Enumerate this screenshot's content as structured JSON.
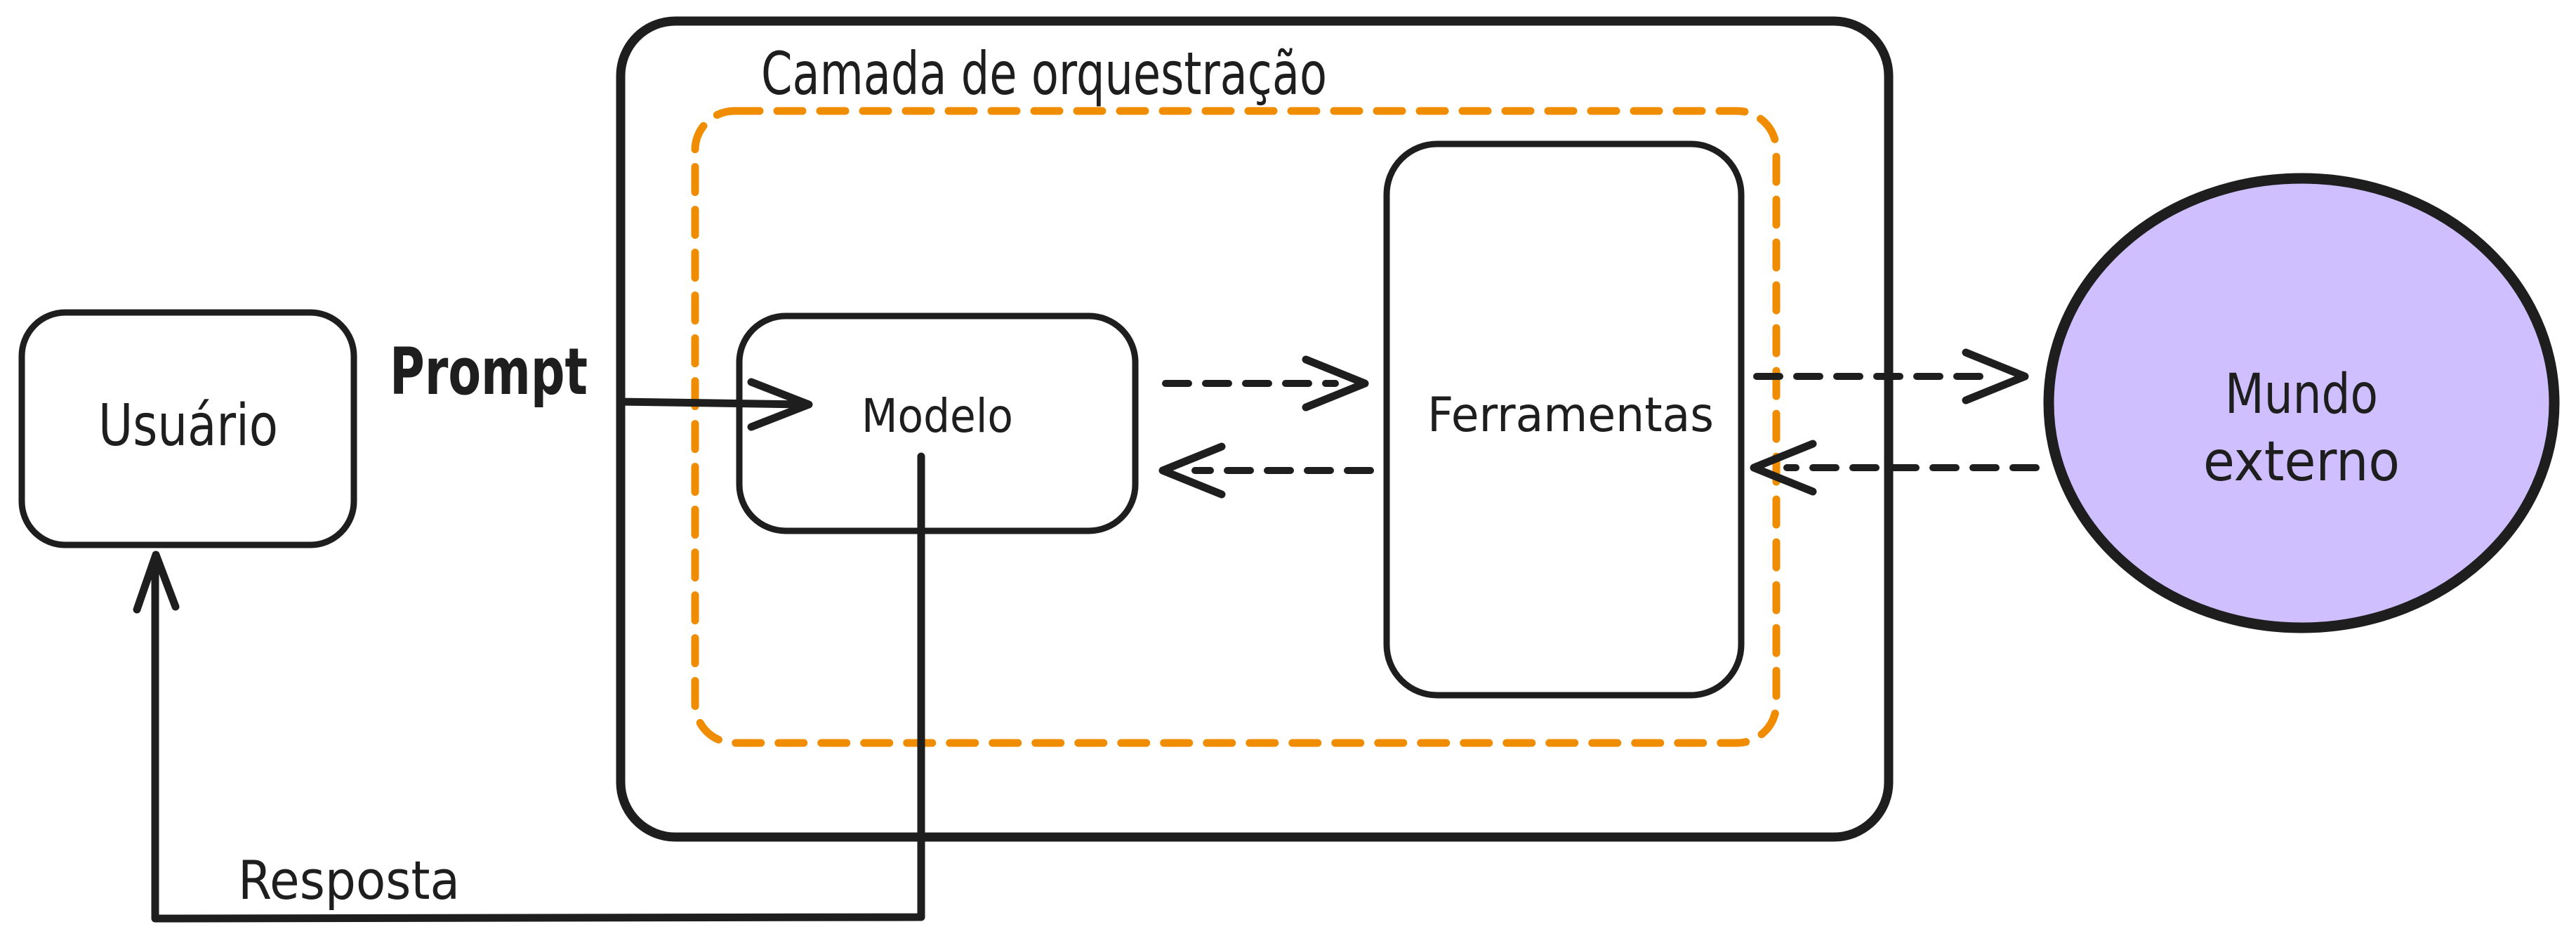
{
  "canvas": {
    "background": "#ffffff",
    "stroke": "#1e1e1e"
  },
  "nodes": {
    "usuario": {
      "label": "Usuário",
      "fill": "#ffec99"
    },
    "modelo": {
      "label": "Modelo",
      "fill": "#b2f2bb"
    },
    "ferramentas": {
      "label": "Ferramentas",
      "fill": "#a5d8ff"
    },
    "mundo_externo": {
      "label_line_1": "Mundo",
      "label_line_2": "externo",
      "fill": "#d0bfff"
    }
  },
  "orchestration_layer": {
    "label": "Camada de orquestração",
    "color": "#f08c00"
  },
  "edges": {
    "prompt": {
      "label": "Prompt",
      "color": "#e03131"
    },
    "resposta": {
      "label": "Resposta",
      "color": "#2f9e44"
    }
  }
}
